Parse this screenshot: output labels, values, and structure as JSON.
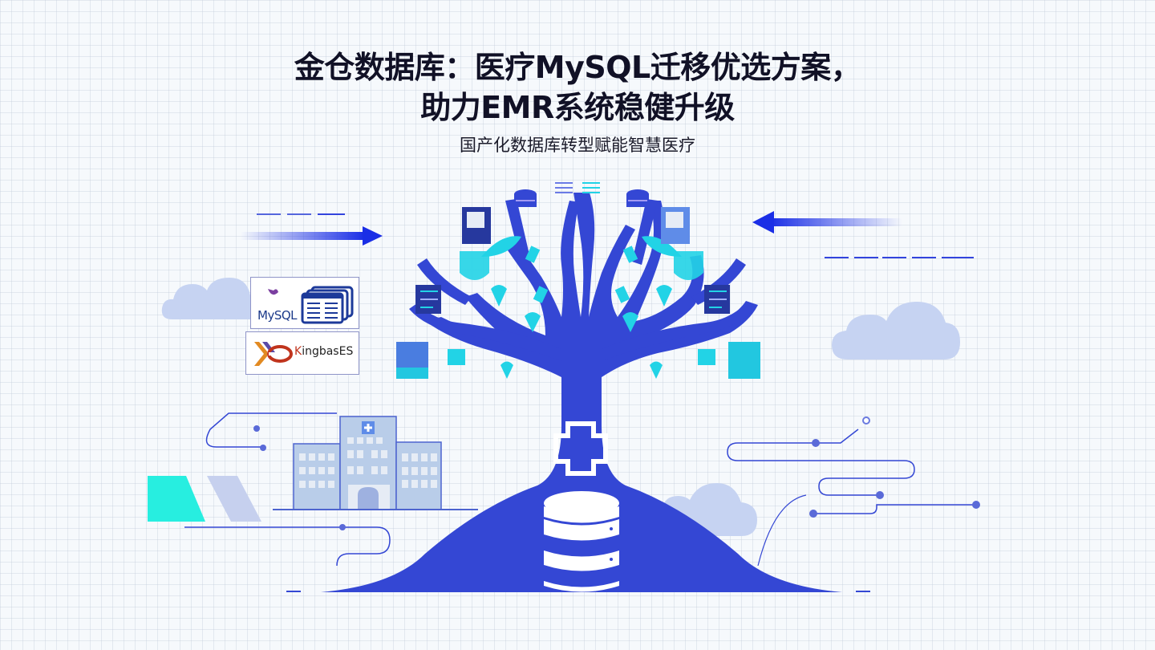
{
  "header": {
    "title_line1": "金仓数据库：医疗MySQL迁移优选方案，",
    "title_line2": "助力EMR系统稳健升级",
    "subtitle": "国产化数据库转型赋能智慧医疗"
  },
  "logos": {
    "mysql": {
      "label": "MySQL"
    },
    "kingbase": {
      "label_prefix": "K",
      "label_rest": "ingbasES"
    }
  },
  "icons": {
    "left_arrow": "arrow-right-icon",
    "right_arrow": "arrow-left-icon",
    "tree": "data-tree-icon",
    "cross": "medical-cross-icon",
    "database": "database-icon",
    "hospital": "hospital-icon",
    "clouds": "cloud-icon"
  },
  "colors": {
    "tree_blue": "#3447d4",
    "accent_cyan": "#22d3e6",
    "cloud": "#c6d3f2",
    "arrow_blue": "#1a2ee6",
    "building": "#b7cbe8",
    "title": "#111126"
  }
}
